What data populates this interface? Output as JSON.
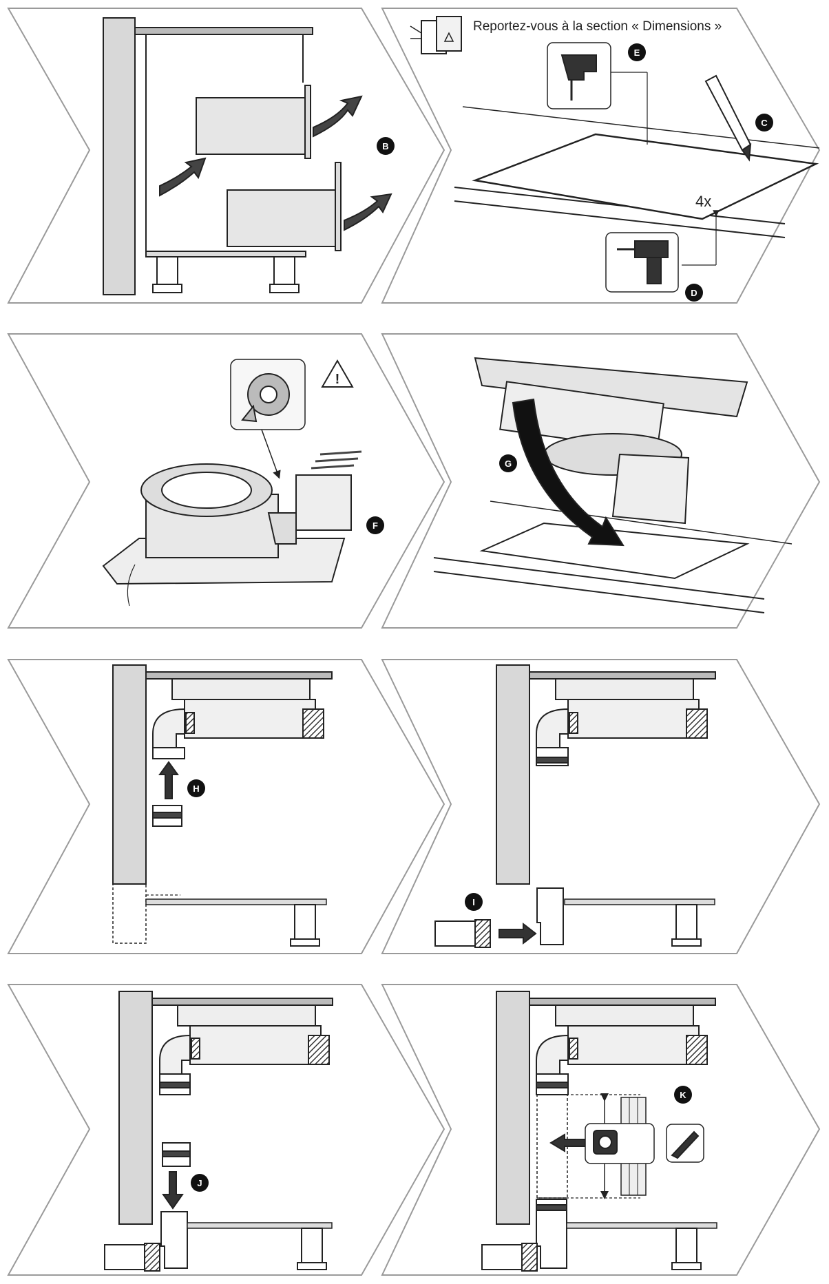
{
  "header": {
    "reference_note": "Reportez-vous à la section « Dimensions »"
  },
  "steps": [
    {
      "label": "B"
    },
    {
      "labels": [
        "C",
        "D",
        "E"
      ],
      "hole_count": "4x"
    },
    {
      "label": "F",
      "warning_icon": "warning-triangle-icon",
      "tool_icon": "tape-roll-icon"
    },
    {
      "label": "G"
    },
    {
      "label": "H"
    },
    {
      "label": "I"
    },
    {
      "label": "J"
    },
    {
      "label": "K",
      "tool_icons": [
        "tape-measure-icon",
        "saw-icon"
      ]
    }
  ],
  "icons": {
    "manual": "manual-book-icon",
    "jigsaw": "jigsaw-icon",
    "drill": "drill-icon",
    "pencil": "pencil-icon"
  },
  "colors": {
    "line": "#222222",
    "panel_border": "#9a9a9a",
    "wall": "#d8d8d8",
    "badge": "#111111"
  }
}
